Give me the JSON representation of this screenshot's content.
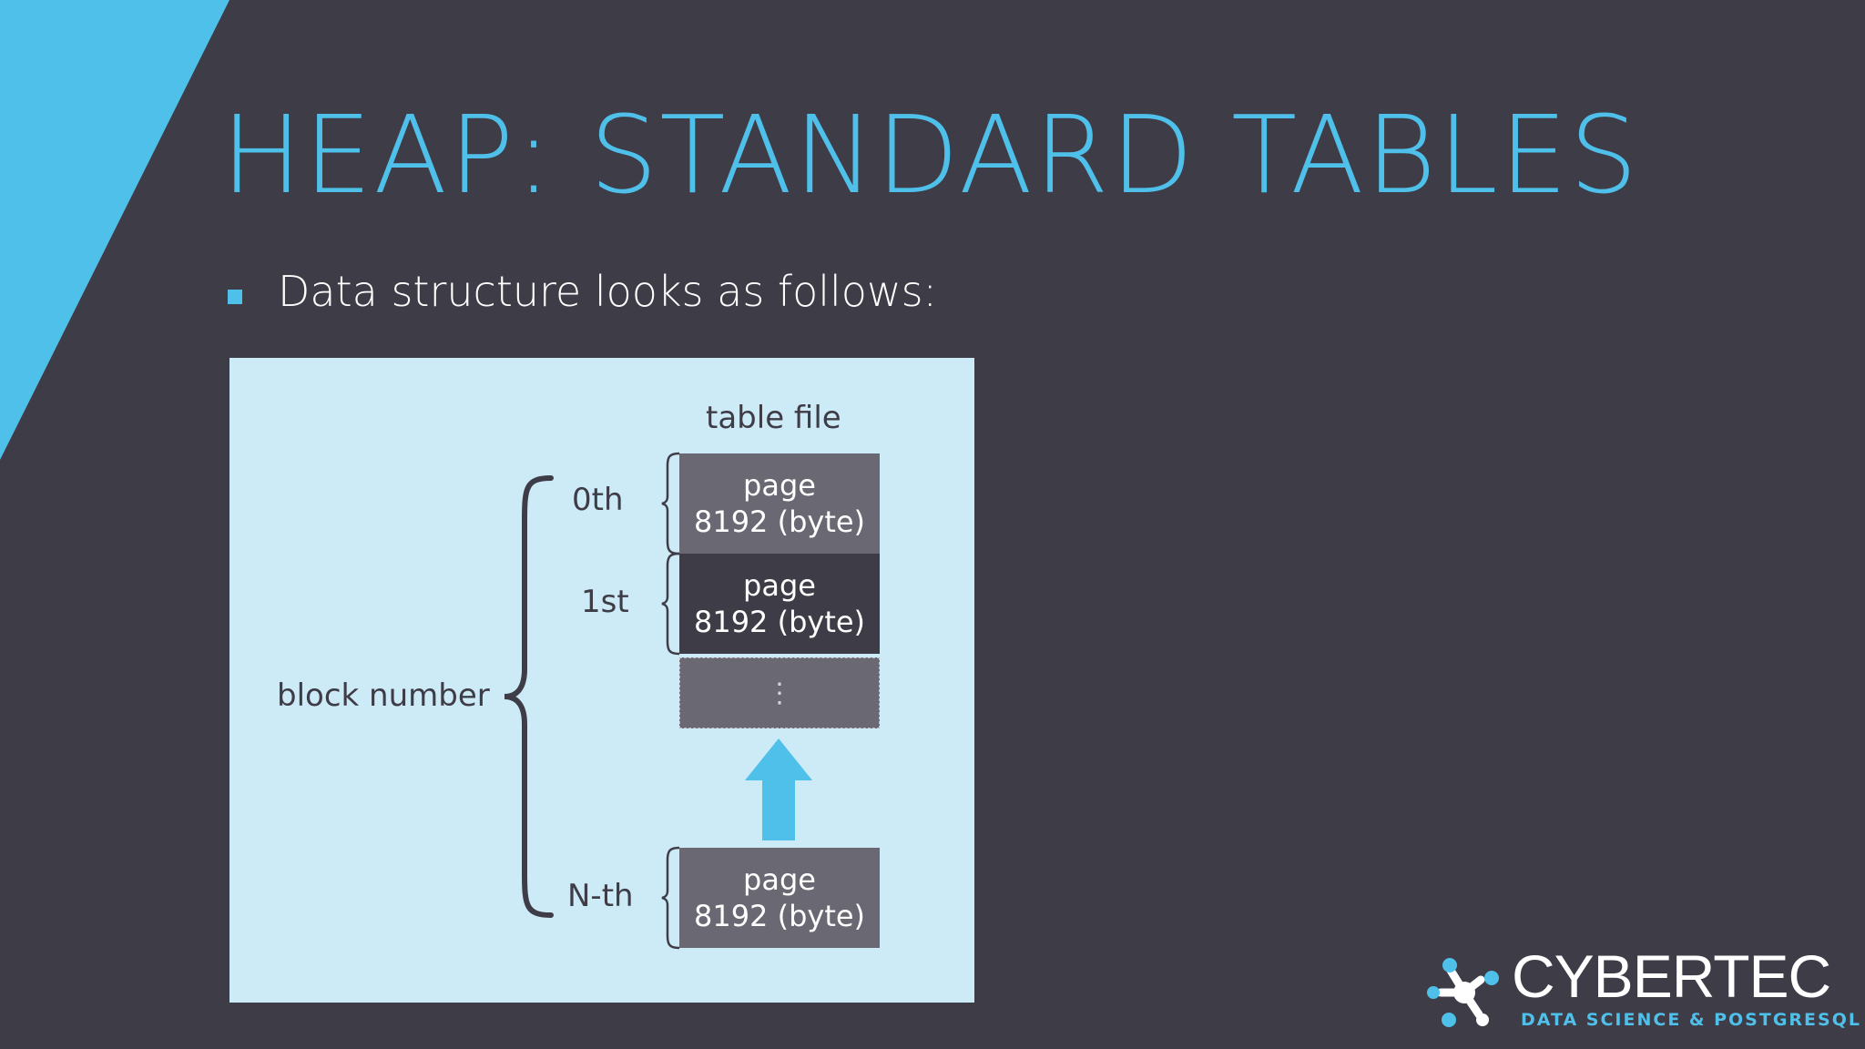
{
  "slide": {
    "title": "HEAP: STANDARD TABLES",
    "bullet": "Data structure looks as follows:"
  },
  "diagram": {
    "file_label": "table file",
    "axis_label": "block number",
    "pages": [
      {
        "index_label": "0th",
        "line1": "page",
        "line2": "8192 (byte)"
      },
      {
        "index_label": "1st",
        "line1": "page",
        "line2": "8192 (byte)"
      },
      {
        "index_label": "N-th",
        "line1": "page",
        "line2": "8192 (byte)"
      }
    ],
    "ellipsis": "⋮"
  },
  "logo": {
    "name": "CYBERTEC",
    "tagline": "DATA SCIENCE & POSTGRESQL"
  },
  "colors": {
    "background": "#3e3c47",
    "accent": "#4fc0ea",
    "diagram_bg": "#cdebf7",
    "page_medium": "#6a6872",
    "page_dark": "#3e3c47"
  }
}
